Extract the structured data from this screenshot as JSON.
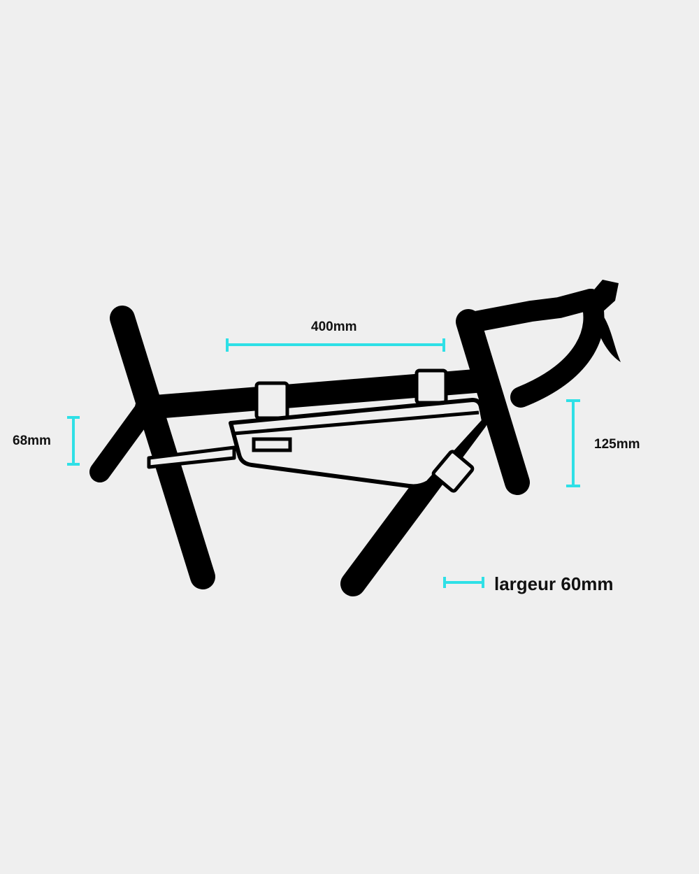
{
  "diagram": {
    "subject": "Bicycle frame with triangular frame bag (dimensions)",
    "colors": {
      "background": "#efefef",
      "frame": "#000000",
      "bag_fill": "#efefef",
      "dimension_lines": "#2fe0e6",
      "text": "#111111"
    },
    "dimensions": {
      "length": {
        "label": "400mm",
        "orientation": "horizontal"
      },
      "rear_height": {
        "label": "68mm",
        "orientation": "vertical"
      },
      "front_height": {
        "label": "125mm",
        "orientation": "vertical"
      },
      "width": {
        "label": "largeur 60mm",
        "orientation": "horizontal-legend"
      }
    }
  }
}
